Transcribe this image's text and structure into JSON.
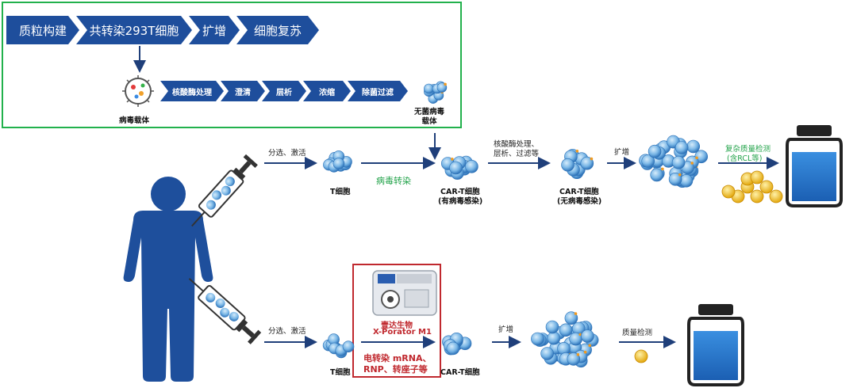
{
  "workflow_steps": [
    "质粒构建",
    "共转染293T细胞",
    "扩增",
    "细胞复苏"
  ],
  "purification_steps": [
    "核酸酶处理",
    "澄清",
    "层析",
    "浓缩",
    "除菌过滤"
  ],
  "labels": {
    "viral_vector": "病毒载体",
    "sterile_vector": "无菌病毒\n载体",
    "sort_activate_top": "分选、激活",
    "sort_activate_bottom": "分选、激活",
    "t_cell_top": "T细胞",
    "t_cell_bottom": "T细胞",
    "viral_transduction": "病毒转染",
    "cart_infected_1": "CAR-T细胞",
    "cart_infected_2": "(有病毒感染)",
    "purify_1": "核酸酶处理、",
    "purify_2": "层析、过滤等",
    "cart_clean_1": "CAR-T细胞",
    "cart_clean_2": "(无病毒感染)",
    "expand_top": "扩增",
    "complex_qc_1": "复杂质量检测",
    "complex_qc_2": "(含RCL等)",
    "device_brand": "壹达生物",
    "device_model": "X-Porator M1",
    "electro_1": "电转染 mRNA、",
    "electro_2": "RNP、转座子等",
    "cart_bottom": "CAR-T细胞",
    "expand_bottom": "扩增",
    "qc_bottom": "质量检测"
  },
  "colors": {
    "chevron": "#1e4e9c",
    "green_frame": "#22b14c",
    "red_frame": "#c0282e",
    "arrow": "#1f3f7a",
    "person": "#1e4f9c"
  }
}
